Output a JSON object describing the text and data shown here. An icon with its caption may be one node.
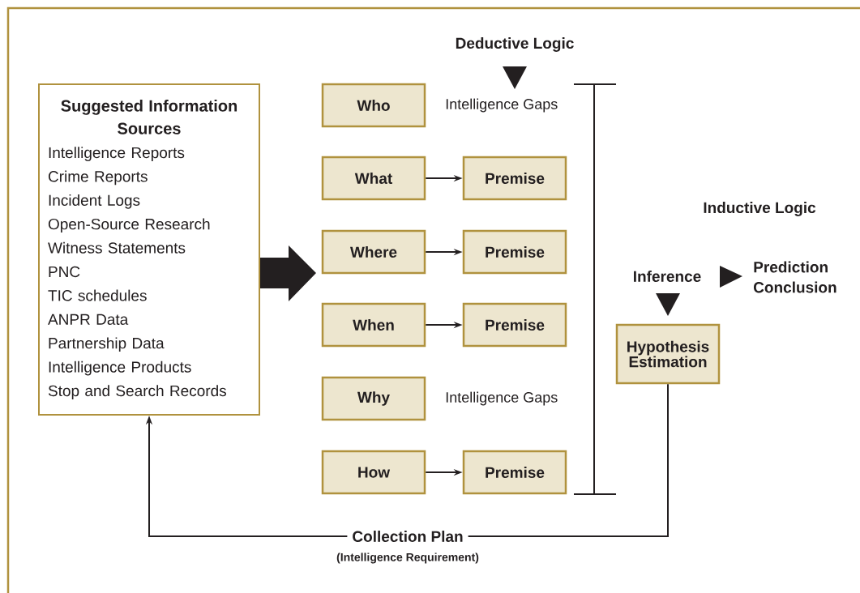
{
  "diagram": {
    "nodes": [
      {
        "text": [
          "Suggested Information Sources",
          "Intelligence Reports",
          "Crime Reports",
          "Incident Logs",
          "Open-Source Research",
          "Witness Statements",
          "PNC",
          "TIC schedules",
          "ANPR Data",
          "Partnership Data",
          "Intelligence Products",
          "Stop and Search Records"
        ]
      },
      {
        "text": [
          "Who"
        ]
      },
      {
        "text": [
          "What"
        ]
      },
      {
        "text": [
          "Premise"
        ]
      },
      {
        "text": [
          "Where"
        ]
      },
      {
        "text": [
          "Premise"
        ]
      },
      {
        "text": [
          "When"
        ]
      },
      {
        "text": [
          "Premise"
        ]
      },
      {
        "text": [
          "Why"
        ]
      },
      {
        "text": [
          "How"
        ]
      },
      {
        "text": [
          "Premise"
        ]
      },
      {
        "text": [
          "Hypothesis Estimation"
        ]
      }
    ],
    "edges": [
      {
        "from": 0,
        "to": null,
        "arrow": "to"
      },
      {
        "from": 2,
        "to": 3,
        "arrow": "to"
      },
      {
        "from": 4,
        "to": 5,
        "arrow": "to"
      },
      {
        "from": 6,
        "to": 7,
        "arrow": "to"
      },
      {
        "from": 9,
        "to": 10,
        "arrow": "to"
      },
      {
        "from": 11,
        "to": 0,
        "arrow": "to",
        "label": "Collection Plan"
      }
    ],
    "labels": [
      "Deductive Logic",
      "Intelligence Gaps",
      "Intelligence Gaps",
      "Inductive Logic",
      "Inference",
      "Prediction Conclusion",
      "(Intelligence Requirement)"
    ]
  }
}
